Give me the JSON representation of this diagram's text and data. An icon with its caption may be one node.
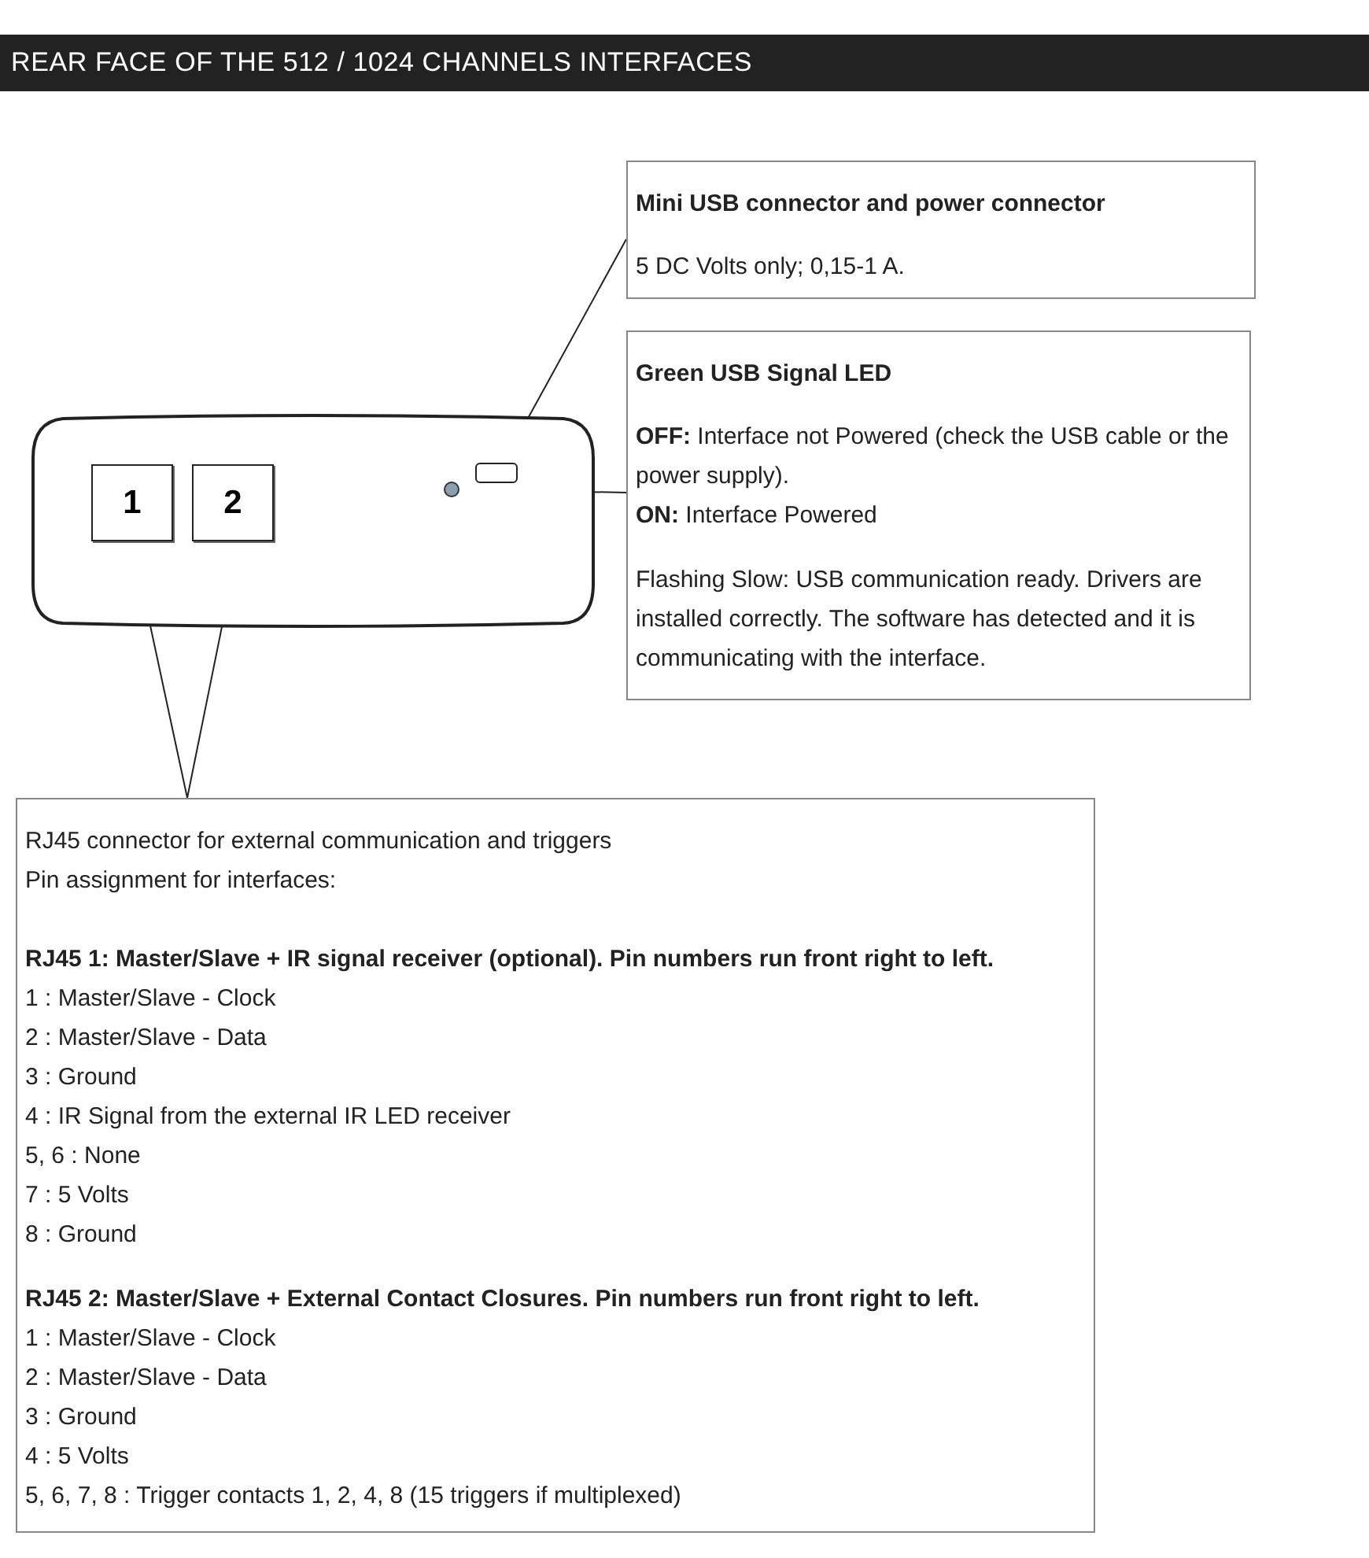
{
  "diagram": {
    "title": "REAR FACE OF THE 512 / 1024 CHANNELS INTERFACES",
    "nodes": [
      {
        "text": [
          "Mini USB connector and power connector",
          "5 DC Volts only; 0,15-1 A."
        ]
      },
      {
        "text": [
          "Green USB Signal LED",
          "**OFF:** Interface not Powered (check the USB cable or the power supply).",
          "**ON:** Interface Powered",
          "Flashing Slow: USB communication ready. Drivers are installed correctly. The software has detected and it is communicating with the interface."
        ]
      },
      {
        "text": [],
        "shape": "box"
      },
      {
        "text": [],
        "shape": "box",
        "in": 2
      },
      {
        "text": [],
        "shape": "circle",
        "in": 2
      },
      {
        "text": [
          "1"
        ],
        "in": 2
      },
      {
        "text": [
          "2"
        ],
        "in": 2
      },
      {
        "text": [
          "RJ45 connector for external communication and triggers",
          "Pin assignment for interfaces:",
          "RJ45 1: Master/Slave + IR signal receiver (optional). Pin numbers run front right to left.",
          "1 : Master/Slave - Clock",
          "2 : Master/Slave - Data",
          "3 : Ground",
          "4 : IR Signal from the external IR LED receiver",
          "5, 6 : None",
          "7 : 5 Volts",
          "8 : Ground",
          "RJ45 2: Master/Slave + External Contact Closures. Pin numbers run front right to left.",
          "1 : Master/Slave - Clock",
          "2 : Master/Slave - Data",
          "3 : Ground",
          "4 : 5 Volts",
          "5, 6, 7, 8 : Trigger contacts 1, 2, 4, 8 (15 triggers if multiplexed)"
        ]
      }
    ],
    "edges": [
      {
        "from": 0,
        "to": 3,
        "arrow": "none"
      },
      {
        "from": 1,
        "to": 4,
        "arrow": "none"
      },
      {
        "from": 7,
        "to": 5,
        "arrow": "none"
      },
      {
        "from": 7,
        "to": 6,
        "arrow": "none"
      }
    ]
  }
}
